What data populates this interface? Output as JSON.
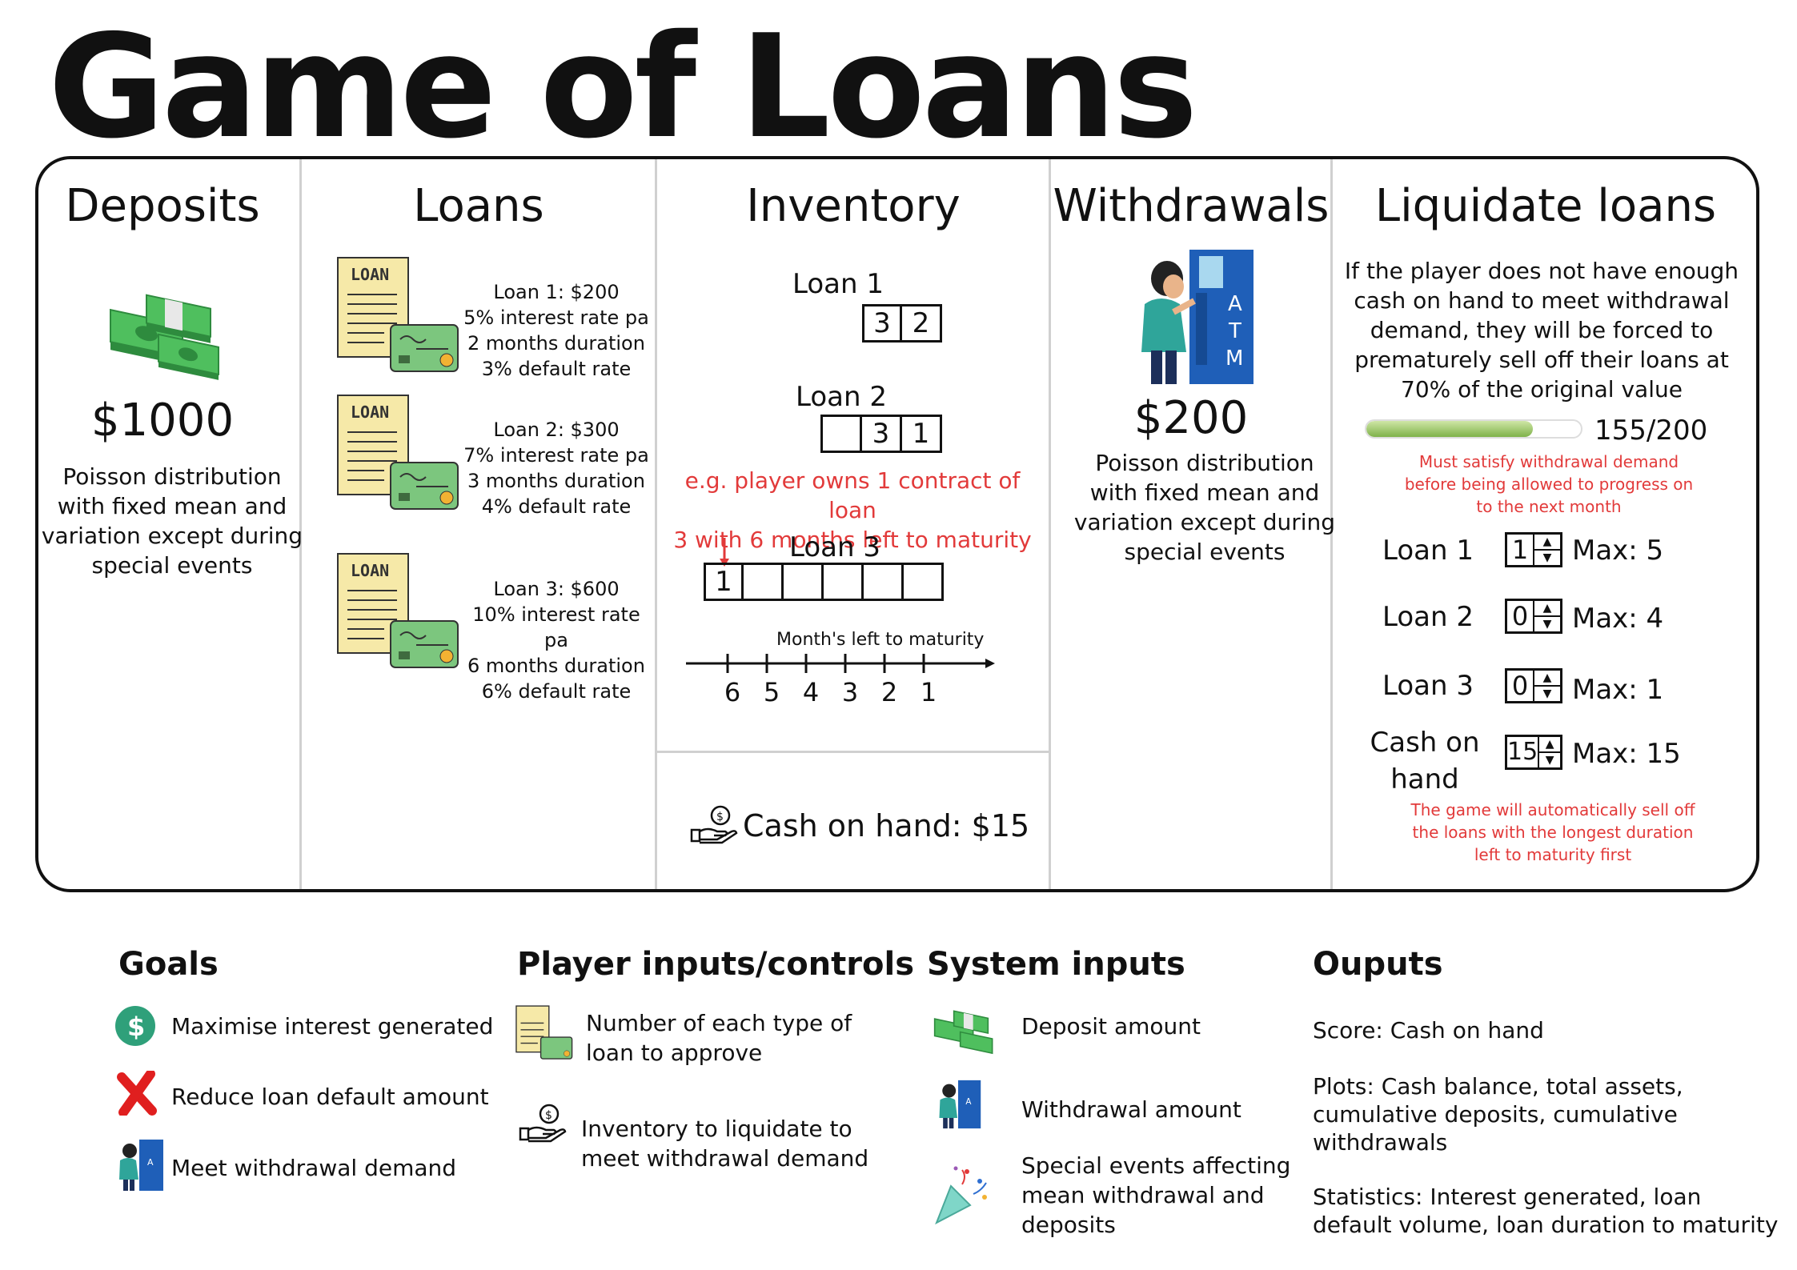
{
  "title": "Game of Loans",
  "columns": {
    "deposits": {
      "heading": "Deposits",
      "amount": "$1000",
      "desc": [
        "Poisson distribution",
        "with fixed mean and",
        "variation except during",
        "special events"
      ]
    },
    "loans": {
      "heading": "Loans",
      "items": [
        {
          "lines": [
            "Loan 1: $200",
            "5% interest rate pa",
            "2 months duration",
            "3% default rate"
          ]
        },
        {
          "lines": [
            "Loan 2: $300",
            "7% interest rate pa",
            "3 months duration",
            "4% default rate"
          ]
        },
        {
          "lines": [
            "Loan 3: $600",
            "10% interest rate pa",
            "6 months duration",
            "6% default rate"
          ]
        }
      ],
      "icon_label": "LOAN"
    },
    "inventory": {
      "heading": "Inventory",
      "loan1": {
        "label": "Loan 1",
        "cells": [
          "3",
          "2"
        ]
      },
      "loan2": {
        "label": "Loan 2",
        "cells": [
          "",
          "3",
          "1"
        ]
      },
      "example": [
        "e.g. player owns 1 contract of loan",
        "3  with 6 months left to maturity"
      ],
      "loan3": {
        "label": "Loan 3",
        "cells": [
          "1",
          "",
          "",
          "",
          "",
          ""
        ]
      },
      "axis_label": "Month's left to maturity",
      "ticks": [
        "6",
        "5",
        "4",
        "3",
        "2",
        "1"
      ],
      "cash_on_hand": "Cash on hand: $15"
    },
    "withdrawals": {
      "heading": "Withdrawals",
      "atm_letters": [
        "A",
        "T",
        "M"
      ],
      "amount": "$200",
      "desc": [
        "Poisson distribution",
        "with fixed mean and",
        "variation except during",
        "special events"
      ]
    },
    "liquidate": {
      "heading": "Liquidate loans",
      "desc": [
        "If the player does not have enough",
        "cash on hand to meet withdrawal",
        "demand, they will be forced to",
        "prematurely sell off their loans at",
        "70% of the original value"
      ],
      "progress": {
        "value": 155,
        "max": 200,
        "text": "155/200"
      },
      "warning": [
        "Must satisfy withdrawal demand",
        "before being allowed to progress on",
        "to the next month"
      ],
      "rows": [
        {
          "label": "Loan 1",
          "value": "1",
          "max": "Max: 5"
        },
        {
          "label": "Loan 2",
          "value": "0",
          "max": "Max: 4"
        },
        {
          "label": "Loan 3",
          "value": "0",
          "max": "Max: 1"
        },
        {
          "label_lines": [
            "Cash on",
            "hand"
          ],
          "value": "15",
          "max": "Max: 15"
        }
      ],
      "note": [
        "The game will automatically sell off",
        "the loans with the longest duration",
        "left to maturity first"
      ]
    }
  },
  "bottom": {
    "goals": {
      "heading": "Goals",
      "items": [
        "Maximise interest generated",
        "Reduce loan default amount",
        "Meet withdrawal demand"
      ]
    },
    "player_inputs": {
      "heading": "Player inputs/controls",
      "items": [
        [
          "Number of each type of",
          "loan to approve"
        ],
        [
          "Inventory to liquidate to",
          "meet withdrawal demand"
        ]
      ]
    },
    "system_inputs": {
      "heading": "System inputs",
      "items": [
        [
          "Deposit amount"
        ],
        [
          "Withdrawal amount"
        ],
        [
          "Special events affecting",
          "mean withdrawal and",
          "deposits"
        ]
      ]
    },
    "outputs": {
      "heading": "Ouputs",
      "items": [
        [
          "Score: Cash on hand"
        ],
        [
          "Plots: Cash balance, total assets,",
          "cumulative deposits, cumulative",
          "withdrawals"
        ],
        [
          "Statistics: Interest generated, loan",
          "default volume, loan duration to maturity"
        ]
      ]
    }
  },
  "colors": {
    "red": "#e23a3a",
    "money_green": "#3fae4f",
    "atm_blue": "#1f5fb8",
    "shirt_teal": "#2fa59a",
    "paper": "#f6e9a8",
    "card": "#7cc67e",
    "progress": "#8fc04f"
  }
}
